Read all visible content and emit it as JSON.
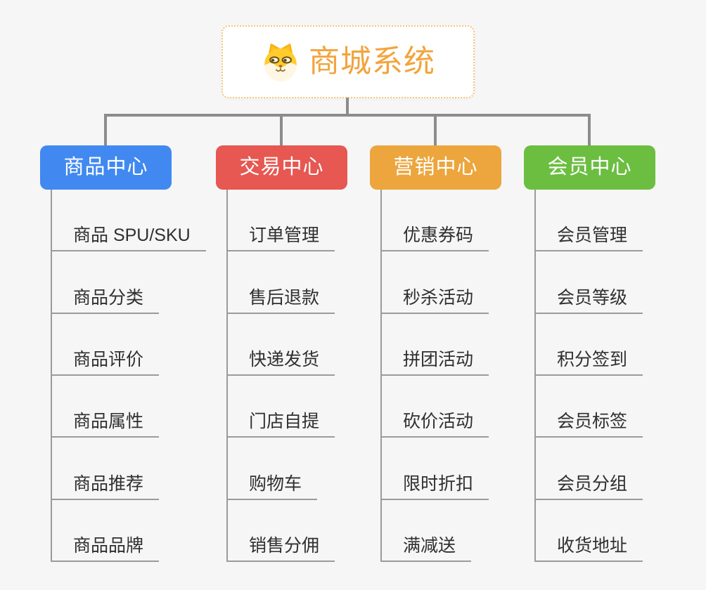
{
  "root": {
    "title": "商城系统",
    "icon": "shiba-dog-face"
  },
  "branches": [
    {
      "label": "商品中心",
      "color": "#4189F0",
      "children": [
        "商品 SPU/SKU",
        "商品分类",
        "商品评价",
        "商品属性",
        "商品推荐",
        "商品品牌"
      ]
    },
    {
      "label": "交易中心",
      "color": "#E65851",
      "children": [
        "订单管理",
        "售后退款",
        "快递发货",
        "门店自提",
        "购物车",
        "销售分佣"
      ]
    },
    {
      "label": "营销中心",
      "color": "#ECA63D",
      "children": [
        "优惠券码",
        "秒杀活动",
        "拼团活动",
        "砍价活动",
        "限时折扣",
        "满减送"
      ]
    },
    {
      "label": "会员中心",
      "color": "#6CBE41",
      "children": [
        "会员管理",
        "会员等级",
        "积分签到",
        "会员标签",
        "会员分组",
        "收货地址"
      ]
    }
  ],
  "colors": {
    "background": "#F6F6F6",
    "connector": "#8C8C8C",
    "underline": "#9B9B9B",
    "root_border": "#F3C579",
    "root_title": "#F2A43D",
    "leaf_text": "#2F2F2F"
  }
}
